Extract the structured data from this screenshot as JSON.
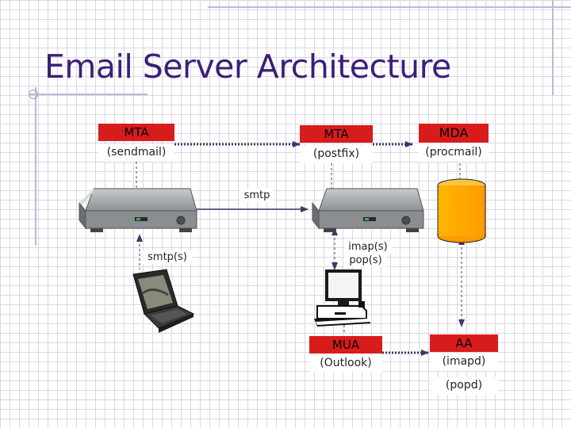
{
  "title": "Email Server Architecture",
  "nodes": {
    "sendmail": {
      "role": "MTA",
      "name": "(sendmail)"
    },
    "postfix": {
      "role": "MTA",
      "name": "(postfix)"
    },
    "procmail": {
      "role": "MDA",
      "name": "(procmail)"
    },
    "outlook": {
      "role": "MUA",
      "name": "(Outlook)"
    },
    "access": {
      "role": "AA",
      "name": "(imapd)",
      "name2": "(popd)"
    }
  },
  "links": {
    "smtp": "smtp",
    "smtp_s": "smtp(s)",
    "imap_s": "imap(s)",
    "pop_s": "pop(s)"
  },
  "colors": {
    "title": "#3c1e78",
    "label_red": "#d81c1c",
    "arrow": "#3a3a6a",
    "store": "#ffa800"
  },
  "icons": [
    "server-icon",
    "server-icon",
    "mail-store-cylinder-icon",
    "laptop-icon",
    "desktop-computer-icon"
  ]
}
